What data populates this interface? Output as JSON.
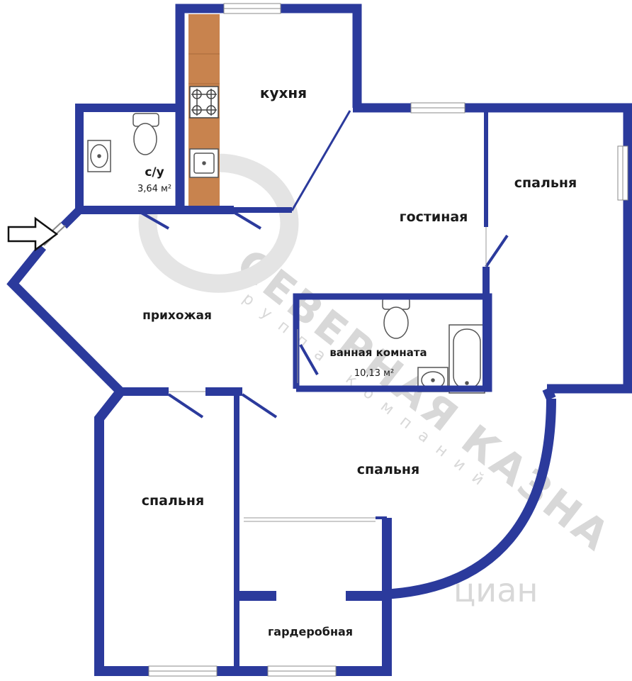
{
  "colors": {
    "wall": "#2b3a9c",
    "counter": "#c8834e",
    "window": "#ffffff",
    "fixture_stroke": "#555555",
    "watermark": "#d4d4d4"
  },
  "rooms": {
    "kitchen": {
      "label": "кухня"
    },
    "wc": {
      "label": "с/у",
      "area": "3,64 м²"
    },
    "living": {
      "label": "гостиная"
    },
    "bedroom_right": {
      "label": "спальня"
    },
    "hall": {
      "label": "прихожая"
    },
    "bathroom": {
      "label": "ванная комната",
      "area": "10,13 м²"
    },
    "bedroom_center": {
      "label": "спальня"
    },
    "bedroom_left": {
      "label": "спальня"
    },
    "wardrobe": {
      "label": "гардеробная"
    }
  },
  "watermark": {
    "main": "СЕВЕРНАЯ КАЗНА",
    "sub": "группа компаний",
    "site": "циан"
  },
  "icons": {
    "entrance": "arrow-right-icon",
    "stove": "stove-icon",
    "sink": "sink-icon",
    "toilet": "toilet-icon",
    "bathtub": "bathtub-icon"
  }
}
